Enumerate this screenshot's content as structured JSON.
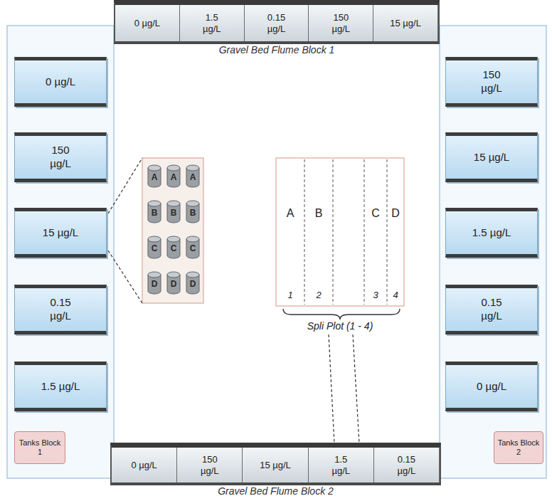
{
  "diagram": {
    "nodes": [
      {
        "text": [
          "Gravel Bed Flume Block 1"
        ]
      },
      {
        "text": [
          "0 µg/L"
        ],
        "in": 0
      },
      {
        "text": [
          "1.5 µg/L"
        ],
        "in": 0
      },
      {
        "text": [
          "0.15 µg/L"
        ],
        "in": 0
      },
      {
        "text": [
          "150 µg/L"
        ],
        "in": 0
      },
      {
        "text": [
          "15 µg/L"
        ],
        "in": 0
      },
      {
        "text": [
          "0 µg/L"
        ]
      },
      {
        "text": [
          "150 µg/L"
        ]
      },
      {
        "text": [
          "15 µg/L"
        ]
      },
      {
        "text": [
          "0.15 µg/L"
        ]
      },
      {
        "text": [
          "1.5 µg/L"
        ]
      },
      {
        "text": [
          "150 µg/L"
        ]
      },
      {
        "text": [
          "15 µg/L"
        ]
      },
      {
        "text": [
          "1.5 µg/L"
        ]
      },
      {
        "text": [
          "0.15 µg/L"
        ]
      },
      {
        "text": [
          "0 µg/L"
        ]
      },
      {
        "text": [
          "A"
        ]
      },
      {
        "text": [
          "A"
        ]
      },
      {
        "text": [
          "A"
        ]
      },
      {
        "text": [
          "B"
        ]
      },
      {
        "text": [
          "B"
        ]
      },
      {
        "text": [
          "B"
        ]
      },
      {
        "text": [
          "C"
        ]
      },
      {
        "text": [
          "C"
        ]
      },
      {
        "text": [
          "C"
        ]
      },
      {
        "text": [
          "D"
        ]
      },
      {
        "text": [
          "D"
        ]
      },
      {
        "text": [
          "D"
        ]
      },
      {
        "text": [
          "Tanks Block 1"
        ]
      },
      {
        "text": [
          "Tanks Block 2"
        ]
      },
      {
        "text": [
          "Gravel Bed Flume Block 2"
        ]
      },
      {
        "text": [
          "0 µg/L"
        ],
        "in": 30
      },
      {
        "text": [
          "150 µg/L"
        ],
        "in": 30
      },
      {
        "text": [
          "15 µg/L"
        ],
        "in": 30
      },
      {
        "text": [
          "1.5 µg/L"
        ],
        "in": 30
      },
      {
        "text": [
          "0.15 µg/L"
        ],
        "in": 30
      }
    ],
    "labels": [
      "A",
      "B",
      "C",
      "D",
      "1",
      "2",
      "3",
      "4",
      "Spli Plot (1 - 4)"
    ]
  }
}
